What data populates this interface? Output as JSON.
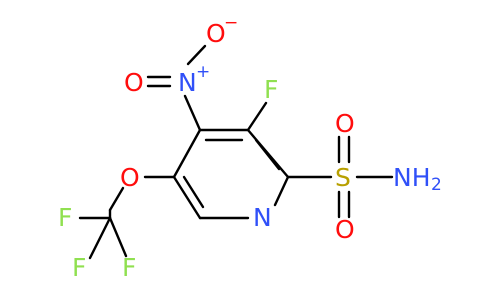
{
  "colors": {
    "bond": "#000000",
    "nitrogen": "#3050F8",
    "oxygen": "#FF0D0D",
    "fluorine": "#90E050",
    "sulfur": "#B8A000",
    "background": "#FFFFFF"
  },
  "atoms": {
    "o_nitro_top": "O",
    "o_nitro_top_charge": "−",
    "n_nitro": "N",
    "n_nitro_charge": "+",
    "o_nitro_left": "O",
    "f_ring": "F",
    "s_sulfonyl": "S",
    "o_sulfonyl_top": "O",
    "o_sulfonyl_bottom": "O",
    "n_amide": "NH",
    "n_amide_sub": "2",
    "n_ring": "N",
    "o_ether": "O",
    "f_cf3_top": "F",
    "f_cf3_left": "F",
    "f_cf3_right": "F"
  }
}
